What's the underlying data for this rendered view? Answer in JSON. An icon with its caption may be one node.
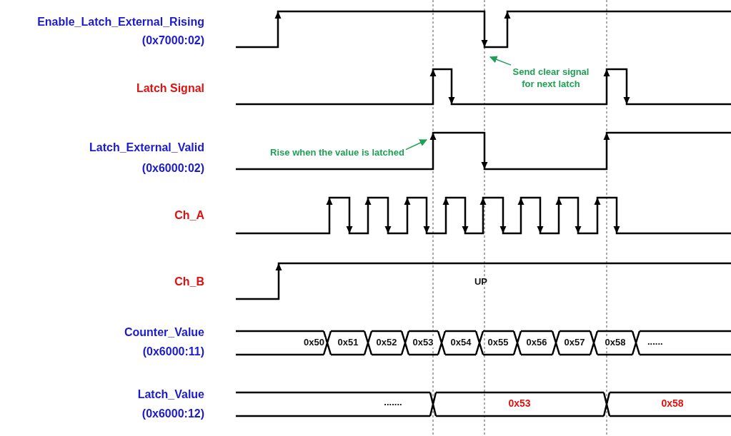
{
  "diagram": {
    "nodes": [
      {
        "text": [
          "Send clear signal for next latch"
        ]
      },
      {
        "text": [
          "Rise when the value is latched"
        ]
      }
    ],
    "edges": [
      {
        "from": 0,
        "to": null,
        "arrow": "to"
      },
      {
        "from": 1,
        "to": null,
        "arrow": "to"
      }
    ],
    "labels": [
      "Enable_Latch_External_Rising",
      "(0x7000:02)",
      "Latch Signal",
      "Latch_External_Valid",
      "(0x6000:02)",
      "Ch_A",
      "Ch_B",
      "UP",
      "Counter_Value",
      "(0x6000:11)",
      "0x50",
      "0x51",
      "0x52",
      "0x53",
      "0x54",
      "0x55",
      "0x56",
      "0x57",
      "0x58",
      "......",
      "Latch_Value",
      "(0x6000:12)",
      ".......",
      "0x53",
      "0x58"
    ]
  }
}
